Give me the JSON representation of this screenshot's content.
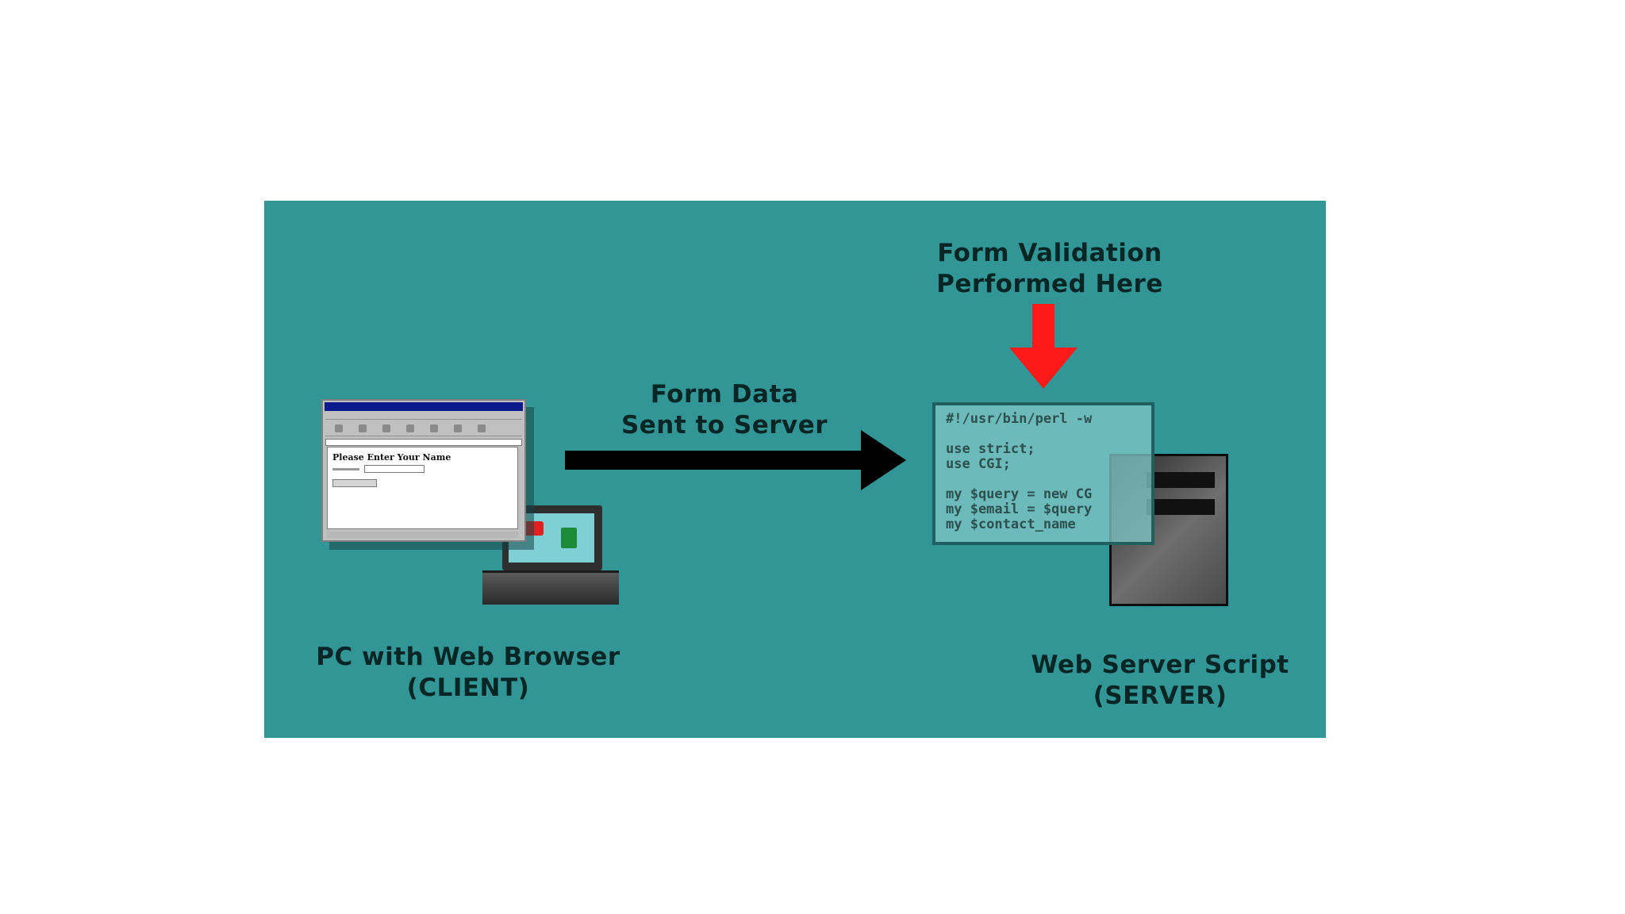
{
  "diagram": {
    "colors": {
      "background": "#339696",
      "text": "#062626",
      "flow_arrow": "#000000",
      "validation_arrow": "#ff1a1a"
    },
    "client": {
      "label_line1": "PC with Web Browser",
      "label_line2": "(CLIENT)",
      "browser_heading": "Please Enter Your Name"
    },
    "flow": {
      "label_line1": "Form Data",
      "label_line2": "Sent to Server"
    },
    "validation": {
      "label_line1": "Form Validation",
      "label_line2": "Performed Here"
    },
    "server": {
      "label_line1": "Web Server Script",
      "label_line2": "(SERVER)",
      "script_lines": [
        "#!/usr/bin/perl -w",
        "",
        "use strict;",
        "use CGI;",
        "",
        "my $query = new CG",
        "my $email = $query",
        "my $contact_name"
      ]
    }
  }
}
